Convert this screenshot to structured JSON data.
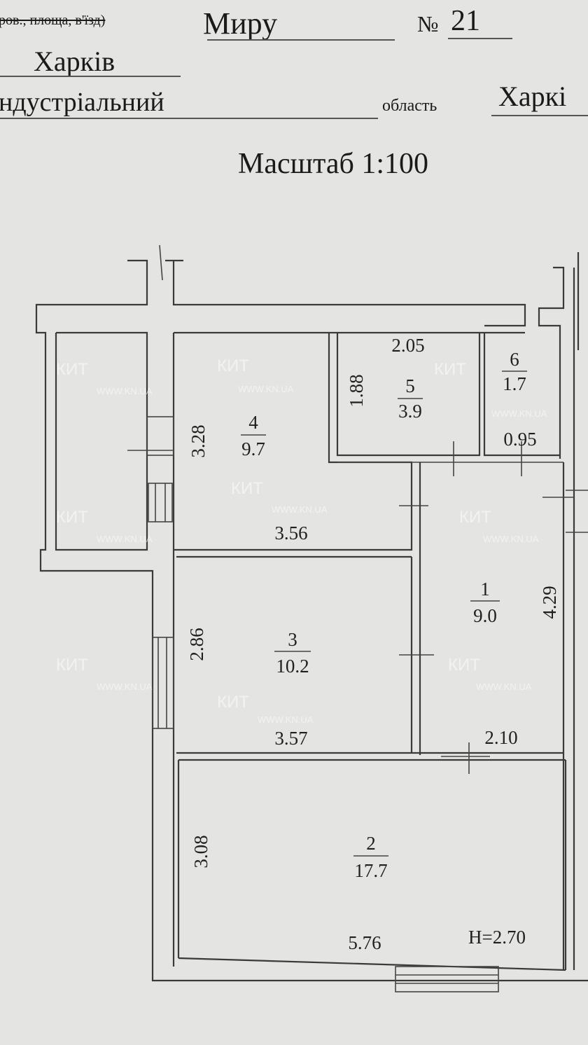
{
  "header": {
    "street_label": "ров., площа, в'їзд)",
    "street_value": "Миру",
    "number_label": "№",
    "number_value": "21",
    "city_value": "Харків",
    "district_value": "ндустріальний",
    "region_label": "область",
    "region_value": "Харкі"
  },
  "scale": "Масштаб 1:100",
  "rooms": [
    {
      "number": "1",
      "area": "9.0"
    },
    {
      "number": "2",
      "area": "17.7"
    },
    {
      "number": "3",
      "area": "10.2"
    },
    {
      "number": "4",
      "area": "9.7"
    },
    {
      "number": "5",
      "area": "3.9"
    },
    {
      "number": "6",
      "area": "1.7"
    }
  ],
  "dimensions": {
    "r5_width": "2.05",
    "r5_height": "1.88",
    "r4_height": "3.28",
    "r4_width": "3.56",
    "r6_width": "0.95",
    "r1_height": "4.29",
    "r3_height": "2.86",
    "r3_width": "3.57",
    "r1_width": "2.10",
    "r2_height": "3.08",
    "r2_width": "5.76",
    "ceiling_height": "H=2.70"
  },
  "watermark": {
    "brand": "КИТ",
    "url": "WWW.KN.UA"
  }
}
